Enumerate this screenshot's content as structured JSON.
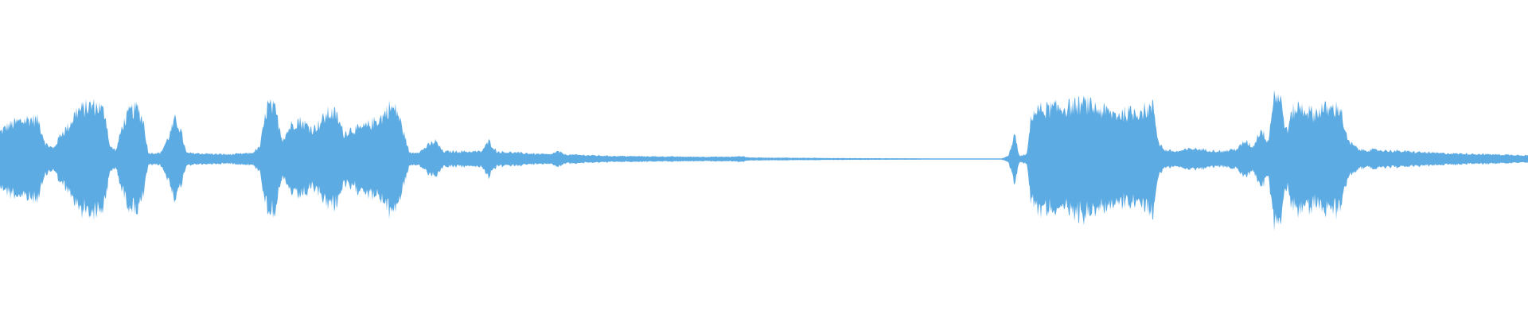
{
  "waveform": {
    "color": "#5dabe3",
    "background": "#ffffff",
    "envelope": [
      [
        0,
        0.18
      ],
      [
        0.005,
        0.22
      ],
      [
        0.012,
        0.25
      ],
      [
        0.02,
        0.27
      ],
      [
        0.025,
        0.26
      ],
      [
        0.03,
        0.1
      ],
      [
        0.035,
        0.07
      ],
      [
        0.04,
        0.17
      ],
      [
        0.045,
        0.22
      ],
      [
        0.05,
        0.32
      ],
      [
        0.055,
        0.34
      ],
      [
        0.06,
        0.36
      ],
      [
        0.065,
        0.35
      ],
      [
        0.069,
        0.3
      ],
      [
        0.072,
        0.08
      ],
      [
        0.076,
        0.06
      ],
      [
        0.08,
        0.22
      ],
      [
        0.085,
        0.32
      ],
      [
        0.09,
        0.34
      ],
      [
        0.094,
        0.25
      ],
      [
        0.097,
        0.04
      ],
      [
        0.105,
        0.04
      ],
      [
        0.11,
        0.14
      ],
      [
        0.115,
        0.27
      ],
      [
        0.118,
        0.2
      ],
      [
        0.122,
        0.04
      ],
      [
        0.15,
        0.03
      ],
      [
        0.165,
        0.04
      ],
      [
        0.17,
        0.08
      ],
      [
        0.175,
        0.36
      ],
      [
        0.18,
        0.33
      ],
      [
        0.185,
        0.13
      ],
      [
        0.19,
        0.22
      ],
      [
        0.195,
        0.26
      ],
      [
        0.2,
        0.23
      ],
      [
        0.205,
        0.2
      ],
      [
        0.21,
        0.25
      ],
      [
        0.215,
        0.31
      ],
      [
        0.22,
        0.3
      ],
      [
        0.225,
        0.17
      ],
      [
        0.23,
        0.2
      ],
      [
        0.235,
        0.2
      ],
      [
        0.24,
        0.22
      ],
      [
        0.245,
        0.25
      ],
      [
        0.25,
        0.28
      ],
      [
        0.255,
        0.35
      ],
      [
        0.26,
        0.32
      ],
      [
        0.265,
        0.15
      ],
      [
        0.268,
        0.04
      ],
      [
        0.275,
        0.05
      ],
      [
        0.28,
        0.09
      ],
      [
        0.285,
        0.12
      ],
      [
        0.29,
        0.05
      ],
      [
        0.3,
        0.05
      ],
      [
        0.315,
        0.05
      ],
      [
        0.32,
        0.12
      ],
      [
        0.325,
        0.05
      ],
      [
        0.35,
        0.035
      ],
      [
        0.36,
        0.03
      ],
      [
        0.365,
        0.05
      ],
      [
        0.37,
        0.03
      ],
      [
        0.4,
        0.02
      ],
      [
        0.45,
        0.015
      ],
      [
        0.48,
        0.015
      ],
      [
        0.485,
        0.02
      ],
      [
        0.49,
        0.01
      ],
      [
        0.55,
        0.006
      ],
      [
        0.6,
        0.004
      ],
      [
        0.615,
        0.002
      ],
      [
        0.64,
        0.001
      ],
      [
        0.655,
        0.002
      ],
      [
        0.66,
        0.02
      ],
      [
        0.664,
        0.17
      ],
      [
        0.667,
        0.02
      ],
      [
        0.672,
        0.03
      ],
      [
        0.675,
        0.3
      ],
      [
        0.68,
        0.33
      ],
      [
        0.69,
        0.34
      ],
      [
        0.7,
        0.35
      ],
      [
        0.705,
        0.36
      ],
      [
        0.71,
        0.37
      ],
      [
        0.715,
        0.35
      ],
      [
        0.72,
        0.33
      ],
      [
        0.73,
        0.3
      ],
      [
        0.74,
        0.31
      ],
      [
        0.75,
        0.33
      ],
      [
        0.755,
        0.35
      ],
      [
        0.758,
        0.12
      ],
      [
        0.762,
        0.06
      ],
      [
        0.77,
        0.05
      ],
      [
        0.78,
        0.07
      ],
      [
        0.79,
        0.06
      ],
      [
        0.8,
        0.05
      ],
      [
        0.81,
        0.07
      ],
      [
        0.815,
        0.12
      ],
      [
        0.82,
        0.08
      ],
      [
        0.825,
        0.2
      ],
      [
        0.83,
        0.12
      ],
      [
        0.834,
        0.45
      ],
      [
        0.838,
        0.4
      ],
      [
        0.842,
        0.18
      ],
      [
        0.846,
        0.32
      ],
      [
        0.85,
        0.35
      ],
      [
        0.855,
        0.33
      ],
      [
        0.86,
        0.3
      ],
      [
        0.865,
        0.34
      ],
      [
        0.87,
        0.33
      ],
      [
        0.877,
        0.35
      ],
      [
        0.882,
        0.12
      ],
      [
        0.89,
        0.06
      ],
      [
        0.9,
        0.06
      ],
      [
        0.92,
        0.05
      ],
      [
        0.94,
        0.04
      ],
      [
        0.96,
        0.035
      ],
      [
        0.98,
        0.03
      ],
      [
        1.0,
        0.025
      ]
    ]
  }
}
